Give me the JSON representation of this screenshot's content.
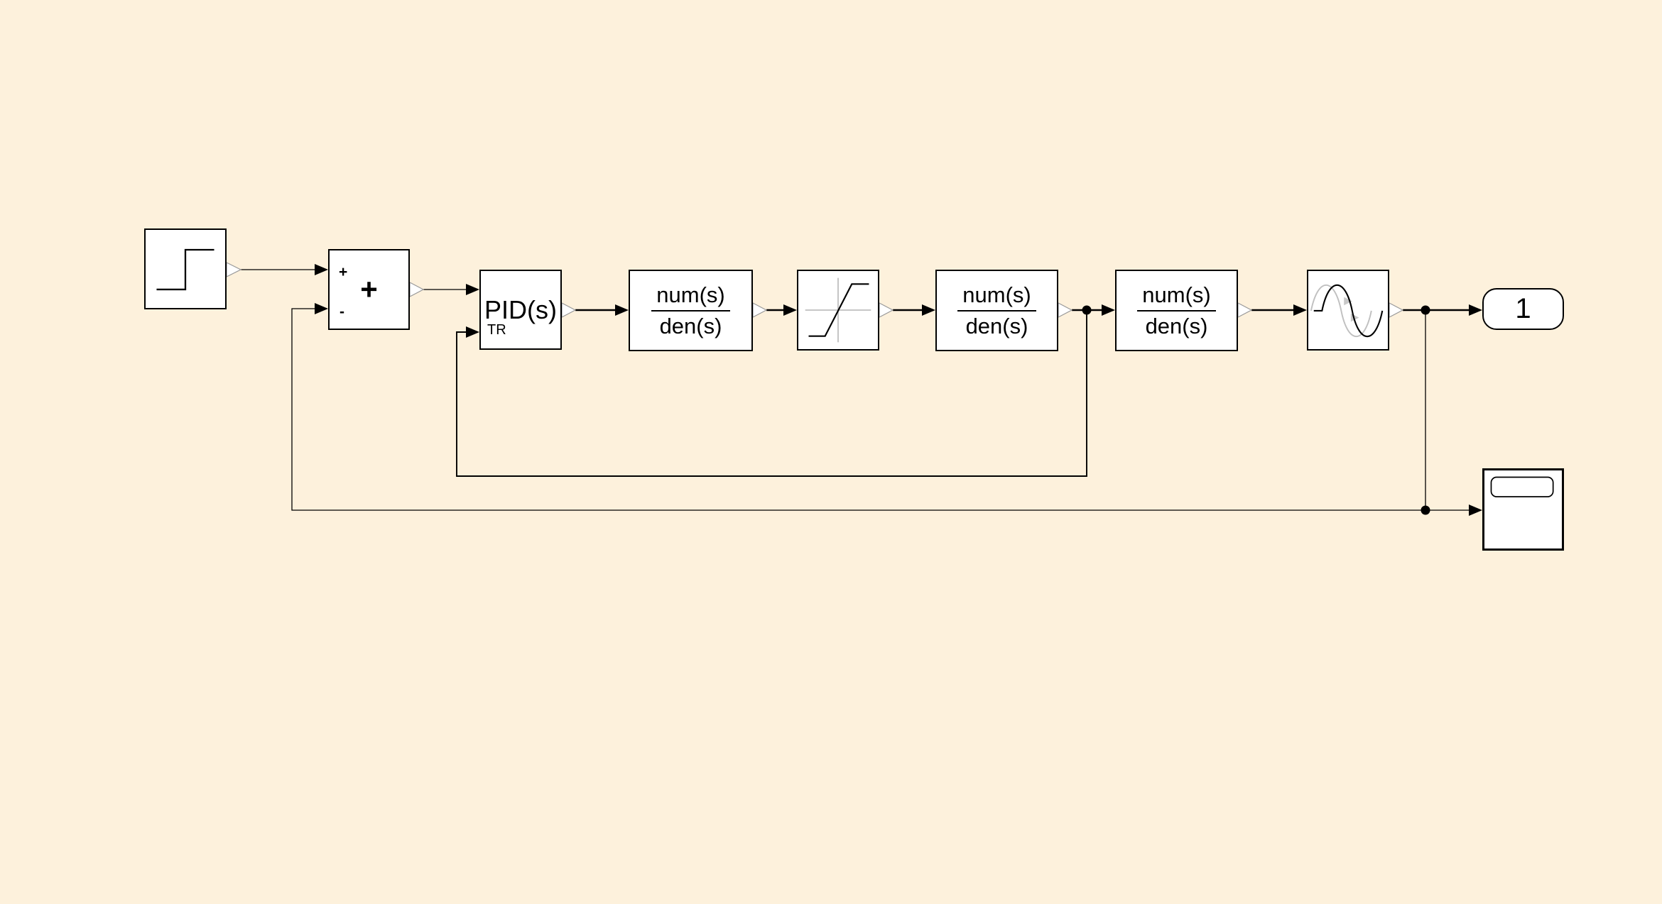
{
  "app": {
    "type": "simulink-block-diagram",
    "background_color": "#fdf1dc"
  },
  "blocks": {
    "step": {
      "icon": "step-signal-icon"
    },
    "sum": {
      "center_symbol": "+",
      "input_plus_label": "+",
      "input_minus_label": "-"
    },
    "pid": {
      "title": "PID(s)",
      "tracking_port_label": "TR"
    },
    "tf1": {
      "numerator": "num(s)",
      "denominator": "den(s)"
    },
    "saturation": {
      "icon": "saturation-icon"
    },
    "tf2": {
      "numerator": "num(s)",
      "denominator": "den(s)"
    },
    "tf3": {
      "numerator": "num(s)",
      "denominator": "den(s)"
    },
    "transport_delay": {
      "icon": "delayed-sine-icon"
    },
    "outport": {
      "label": "1"
    },
    "scope": {
      "icon": "scope-screen-icon"
    }
  },
  "colors": {
    "line": "#000000",
    "block_background": "#ffffff",
    "block_border": "#000000",
    "output_port_outline": "#999999",
    "icon_gray": "#b4b4b4",
    "canvas_background": "#fdf1dc"
  }
}
